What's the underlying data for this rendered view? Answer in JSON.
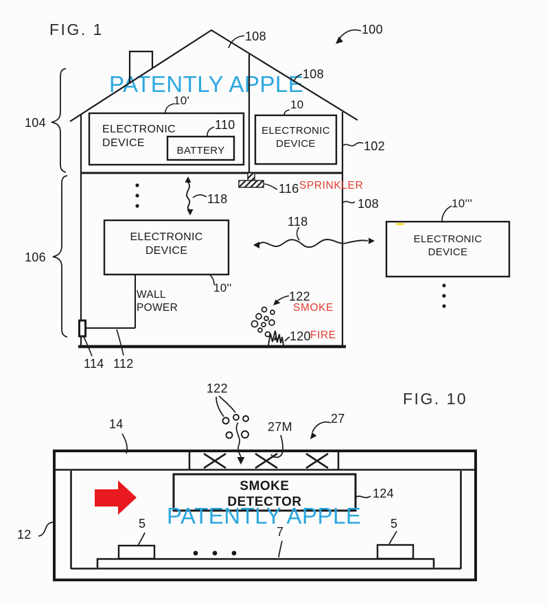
{
  "fig1": {
    "title": "FIG. 1",
    "watermark": "PATENTLY APPLE",
    "labels": {
      "house": "100",
      "wall": "102",
      "upper_floor": "104",
      "lower_floor": "106",
      "structure_a": "108",
      "structure_b": "108",
      "structure_c": "108",
      "battery_ref": "110",
      "power_cord": "112",
      "wall_outlet": "114",
      "sprinkler_ref": "116",
      "wireless_a": "118",
      "wireless_b": "118",
      "fire_ref": "120",
      "smoke_ref": "122",
      "device_upper_left": "10'",
      "device_upper_right": "10",
      "device_lower": "10''",
      "device_exterior": "10'''"
    },
    "texts": {
      "electronic_device": "ELECTRONIC\nDEVICE",
      "battery": "BATTERY",
      "wall_power": "WALL\nPOWER",
      "sprinkler": "SPRINKLER",
      "smoke": "SMOKE",
      "fire": "FIRE"
    }
  },
  "fig10": {
    "title": "FIG. 10",
    "watermark": "PATENTLY APPLE",
    "labels": {
      "smoke_particles": "122",
      "mounting_plate": "14",
      "mesh": "27M",
      "vent": "27",
      "detector_ref": "124",
      "sensor_left": "5",
      "sensor_right": "5",
      "base": "7",
      "housing": "12"
    },
    "texts": {
      "smoke_detector": "SMOKE\nDETECTOR"
    }
  },
  "colors": {
    "watermark_blue": "#2ba7e0",
    "annotation_red": "#e23b33",
    "arrow_red": "#e8191f",
    "ink": "#1a1a1a"
  }
}
